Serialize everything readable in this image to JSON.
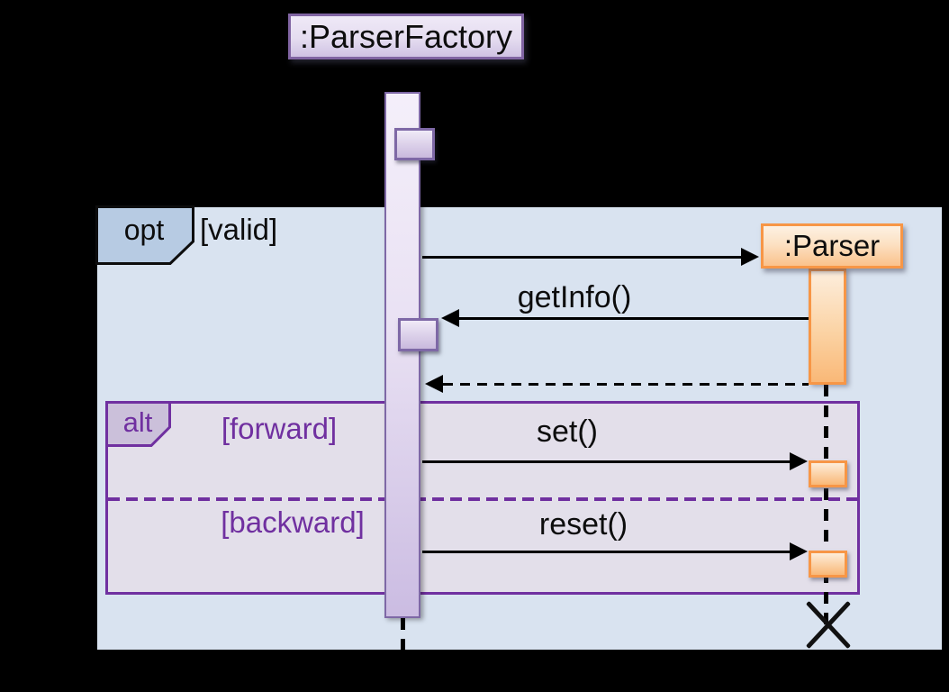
{
  "diagram": {
    "type": "uml-sequence",
    "lifelines": {
      "factory": {
        "label": ":ParserFactory"
      },
      "parser": {
        "label": ":Parser"
      }
    },
    "fragments": {
      "opt": {
        "operator": "opt",
        "guard": "[valid]"
      },
      "alt": {
        "operator": "alt",
        "guard_top": "[forward]",
        "guard_bottom": "[backward]"
      }
    },
    "messages": {
      "getinfo": "getInfo()",
      "set": "set()",
      "reset": "reset()"
    },
    "colors": {
      "background": "#000000",
      "opt_fill": "#d9e3f0",
      "opt_tab_fill": "#b7cbe3",
      "opt_border": "#000000",
      "alt_fill": "#e3dfea",
      "alt_tab_fill": "#cbc0da",
      "alt_border": "#7030a0",
      "guard_text": "#7030a0",
      "purple_object_border": "#8064a2",
      "purple_object_fill": "#e5ddf0",
      "orange_object_border": "#f79646",
      "orange_object_fill": "#fac28c",
      "message_color": "#000000"
    }
  }
}
